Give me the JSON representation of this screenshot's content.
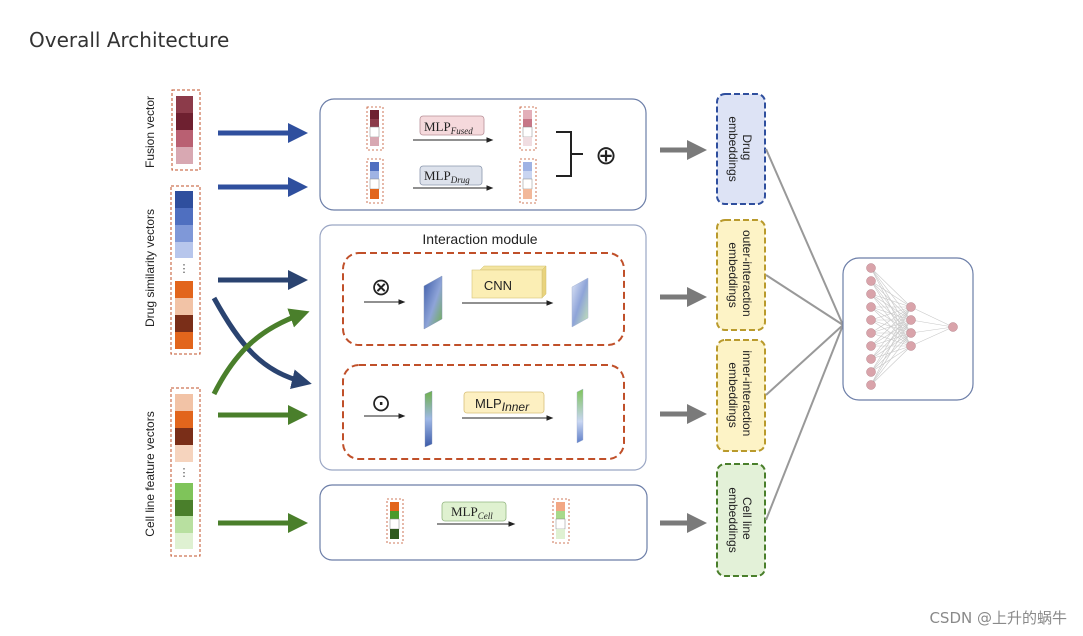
{
  "page": {
    "title": "Overall Architecture",
    "watermark": "CSDN @上升的蜗牛"
  },
  "inputs": {
    "fusion": "Fusion vector",
    "drug": "Drug  similarity vectors",
    "cell": "Cell line feature vectors"
  },
  "modules": {
    "interaction_title": "Interaction module",
    "mlp_fused": {
      "base": "MLP",
      "sub": "Fused"
    },
    "mlp_drug": {
      "base": "MLP",
      "sub": "Drug"
    },
    "mlp_inner": {
      "base": "MLP",
      "sub": "Inner"
    },
    "mlp_cell": {
      "base": "MLP",
      "sub": "Cell"
    },
    "cnn": "CNN",
    "plus_symbol": "⊕",
    "outer_symbol": "⊗",
    "dot_symbol": "⊙"
  },
  "embeddings": {
    "drug": [
      "Drug",
      "embeddings"
    ],
    "outer": [
      "outer-interaction",
      "embeddings"
    ],
    "inner": [
      "inner-interaction",
      "embeddings"
    ],
    "cell": [
      "Cell line",
      "embeddings"
    ]
  },
  "colors": {
    "drug_blue": "#2f4f9e",
    "cell_green": "#4a7f2b",
    "gray_arrow": "#7a7a7a",
    "red_dash": "#c0502a",
    "drug_emb_fill": "#dde3f5",
    "outer_emb_fill": "#fdf3c6",
    "inner_emb_fill": "#fdf3c6",
    "cell_emb_fill": "#e3f1d8"
  }
}
